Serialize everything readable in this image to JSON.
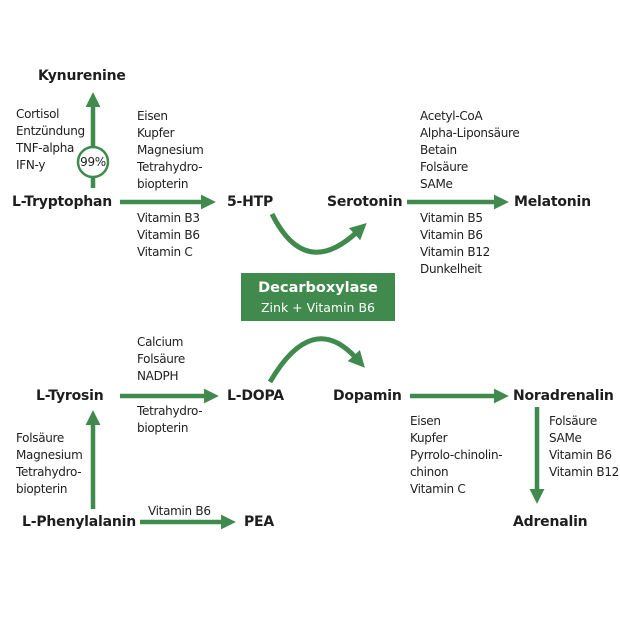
{
  "nodes": {
    "kynurenine": "Kynurenine",
    "tryptophan": "L-Tryptophan",
    "htp": "5-HTP",
    "serotonin": "Serotonin",
    "melatonin": "Melatonin",
    "tyrosin": "L-Tyrosin",
    "ldopa": "L-DOPA",
    "dopamin": "Dopamin",
    "noradrenalin": "Noradrenalin",
    "adrenalin": "Adrenalin",
    "phenylalanin": "L-Phenylalanin",
    "pea": "PEA"
  },
  "percent_label": "99%",
  "decarboxylase": {
    "title": "Decarboxylase",
    "subtitle": "Zink + Vitamin B6"
  },
  "lists": {
    "kynurenine_factors": [
      "Cortisol",
      "Entzündung",
      "TNF-alpha",
      "IFN-y"
    ],
    "htp_above": [
      "Eisen",
      "Kupfer",
      "Magnesium",
      "Tetrahydro-",
      "biopterin"
    ],
    "htp_below": [
      "Vitamin B3",
      "Vitamin B6",
      "Vitamin C"
    ],
    "melatonin_above": [
      "Acetyl-CoA",
      "Alpha-Liponsäure",
      "Betain",
      "Folsäure",
      "SAMe"
    ],
    "melatonin_below": [
      "Vitamin B5",
      "Vitamin B6",
      "Vitamin B12",
      "Dunkelheit"
    ],
    "ldopa_above": [
      "Calcium",
      "Folsäure",
      "NADPH"
    ],
    "ldopa_below": [
      "Tetrahydro-",
      "biopterin"
    ],
    "tyrosin_factors": [
      "Folsäure",
      "Magnesium",
      "Tetrahydro-",
      "biopterin"
    ],
    "noradrenalin_factors": [
      "Eisen",
      "Kupfer",
      "Pyrrolo-chinolin-",
      "chinon",
      "Vitamin C"
    ],
    "adrenalin_factors": [
      "Folsäure",
      "SAMe",
      "Vitamin B6",
      "Vitamin B12"
    ],
    "pea_factors": [
      "Vitamin B6"
    ]
  },
  "colors": {
    "green": "#3f8a4c",
    "text": "#1e1e1e"
  }
}
